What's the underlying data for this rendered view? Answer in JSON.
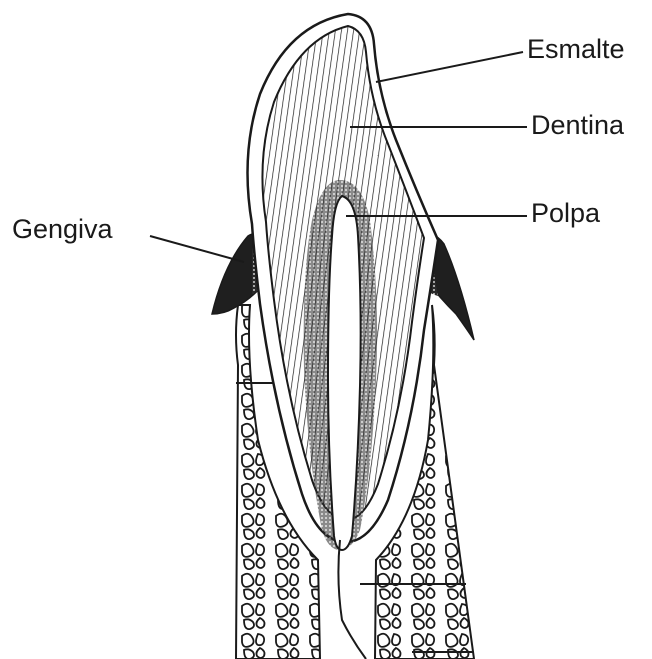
{
  "labels": {
    "enamel": "Esmalte",
    "dentin": "Dentina",
    "pulp": "Polpa",
    "gum": "Gengiva"
  },
  "colors": {
    "ink": "#1a1a1a",
    "background": "#ffffff"
  }
}
